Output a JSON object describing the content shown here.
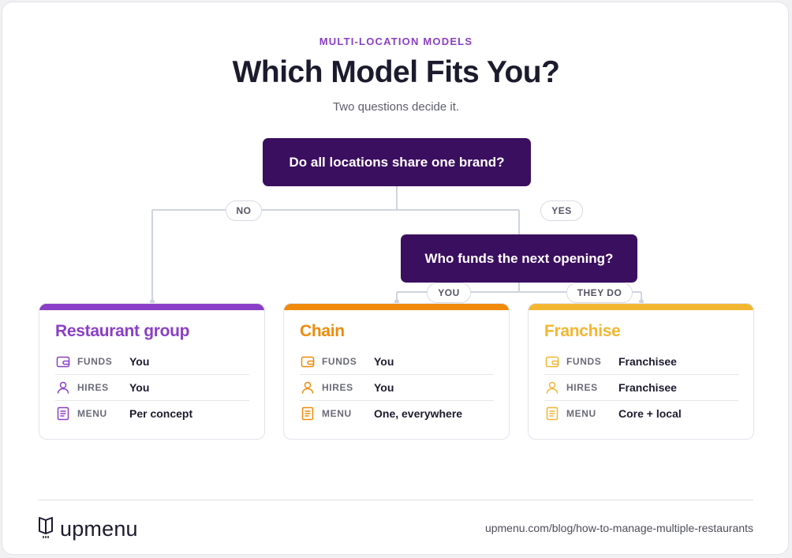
{
  "header": {
    "eyebrow": "MULTI-LOCATION MODELS",
    "title": "Which Model Fits You?",
    "subtitle": "Two questions decide it."
  },
  "questions": {
    "q1": "Do all locations share one brand?",
    "q2": "Who funds the next opening?"
  },
  "branches": {
    "no": "NO",
    "yes": "YES",
    "you": "YOU",
    "they_do": "THEY DO"
  },
  "colors": {
    "question_bg": "#3b0f5f",
    "restaurant_group": "#8a3fc6",
    "chain": "#ef8a0c",
    "franchise": "#f2b632",
    "connector": "#cfd4de"
  },
  "cards": [
    {
      "title": "Restaurant group",
      "rows": [
        {
          "icon": "wallet-icon",
          "label": "FUNDS",
          "value": "You"
        },
        {
          "icon": "person-icon",
          "label": "HIRES",
          "value": "You"
        },
        {
          "icon": "menu-document-icon",
          "label": "MENU",
          "value": "Per concept"
        }
      ]
    },
    {
      "title": "Chain",
      "rows": [
        {
          "icon": "wallet-icon",
          "label": "FUNDS",
          "value": "You"
        },
        {
          "icon": "person-icon",
          "label": "HIRES",
          "value": "You"
        },
        {
          "icon": "menu-document-icon",
          "label": "MENU",
          "value": "One, everywhere"
        }
      ]
    },
    {
      "title": "Franchise",
      "rows": [
        {
          "icon": "wallet-icon",
          "label": "FUNDS",
          "value": "Franchisee"
        },
        {
          "icon": "person-icon",
          "label": "HIRES",
          "value": "Franchisee"
        },
        {
          "icon": "menu-document-icon",
          "label": "MENU",
          "value": "Core + local"
        }
      ]
    }
  ],
  "footer": {
    "brand": "upmenu",
    "url": "upmenu.com/blog/how-to-manage-multiple-restaurants"
  }
}
